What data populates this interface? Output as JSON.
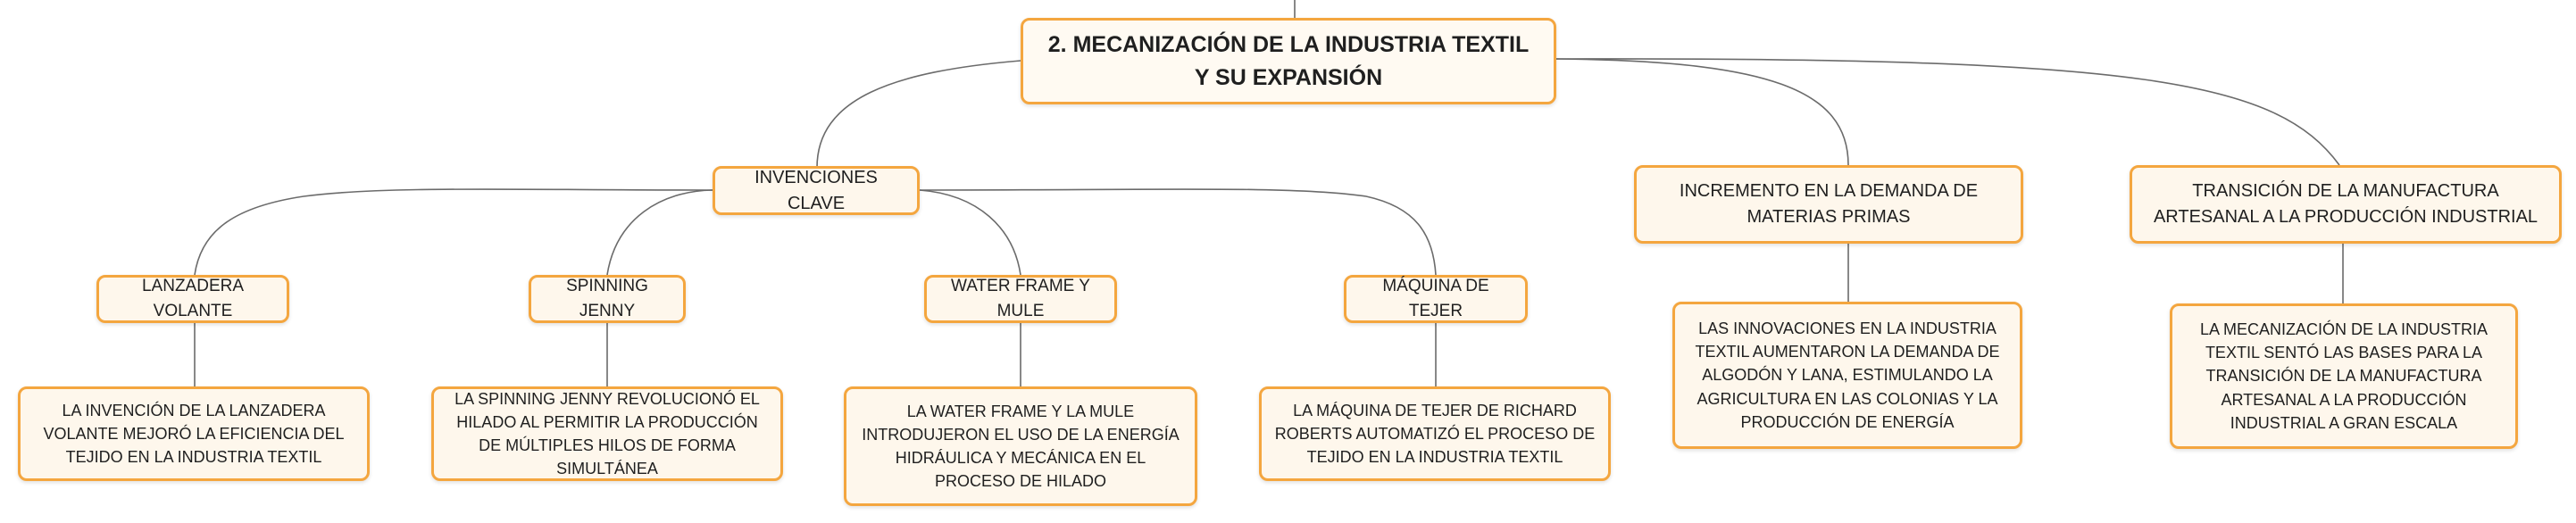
{
  "colors": {
    "border": "#f4a63f",
    "fill": "#fef7ec",
    "connector": "#6b6b6b"
  },
  "root": {
    "title": "2. MECANIZACIÓN DE LA INDUSTRIA TEXTIL Y SU EXPANSIÓN"
  },
  "branches": {
    "inventions": {
      "label": "INVENCIONES CLAVE",
      "items": [
        {
          "label": "LANZADERA VOLANTE",
          "detail": "LA INVENCIÓN DE LA LANZADERA VOLANTE MEJORÓ LA EFICIENCIA DEL TEJIDO EN LA INDUSTRIA TEXTIL"
        },
        {
          "label": "SPINNING JENNY",
          "detail": "LA SPINNING JENNY REVOLUCIONÓ EL HILADO AL PERMITIR LA PRODUCCIÓN DE MÚLTIPLES HILOS DE FORMA SIMULTÁNEA"
        },
        {
          "label": "WATER FRAME Y MULE",
          "detail": "LA WATER FRAME Y LA MULE INTRODUJERON EL USO DE LA ENERGÍA HIDRÁULICA Y MECÁNICA EN EL PROCESO DE HILADO"
        },
        {
          "label": "MÁQUINA DE TEJER",
          "detail": "LA MÁQUINA DE TEJER DE RICHARD ROBERTS AUTOMATIZÓ EL PROCESO DE TEJIDO EN LA INDUSTRIA TEXTIL"
        }
      ]
    },
    "demand": {
      "label": "INCREMENTO EN LA DEMANDA DE MATERIAS PRIMAS",
      "detail": "LAS INNOVACIONES EN LA INDUSTRIA TEXTIL AUMENTARON LA DEMANDA DE ALGODÓN Y LANA, ESTIMULANDO LA AGRICULTURA EN LAS COLONIAS Y LA PRODUCCIÓN DE ENERGÍA"
    },
    "transition": {
      "label": "TRANSICIÓN DE LA MANUFACTURA ARTESANAL A LA PRODUCCIÓN INDUSTRIAL",
      "detail": "LA MECANIZACIÓN DE LA INDUSTRIA TEXTIL SENTÓ LAS BASES PARA LA TRANSICIÓN DE LA MANUFACTURA ARTESANAL A LA PRODUCCIÓN INDUSTRIAL A GRAN ESCALA"
    }
  }
}
